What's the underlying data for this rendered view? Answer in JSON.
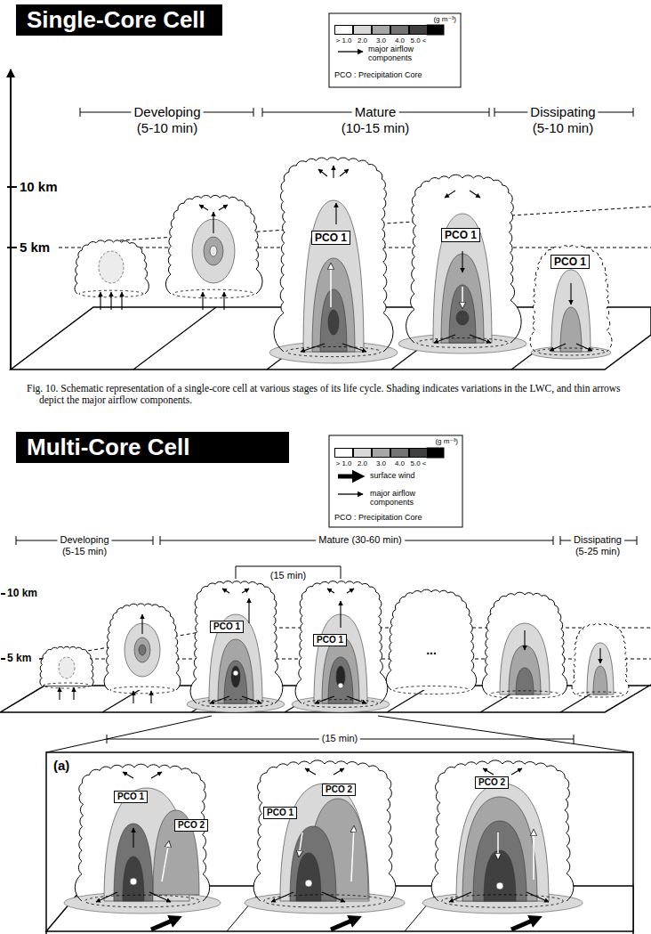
{
  "diagram": {
    "caption": "Fig. 10. Schematic representation of a single-core cell at various stages of its life cycle. Shading indicates variations in the LWC, and thin arrows depict the major airflow components.",
    "nodes": [
      {
        "text": [
          "Single-Core Cell"
        ]
      },
      {
        "text": [
          "PCO 1"
        ]
      },
      {
        "text": [
          "PCO 1"
        ]
      },
      {
        "text": [
          "PCO 1"
        ]
      },
      {
        "text": [
          "Multi-Core Cell"
        ]
      },
      {
        "text": [
          "PCO 1"
        ]
      },
      {
        "text": [
          "PCO 1"
        ]
      },
      {
        "text": [
          "PCO 1"
        ]
      },
      {
        "text": [
          "PCO 2"
        ]
      },
      {
        "text": [
          "PCO 2"
        ]
      },
      {
        "text": [
          "PCO 1"
        ]
      },
      {
        "text": [
          "PCO 2"
        ]
      }
    ],
    "labels": [
      "(g m⁻³)",
      "Developing",
      "(5-10 min)",
      "Mature",
      "(10-15 min)",
      "Dissipating",
      "(5-10 min)",
      "10 km",
      "5 km",
      "(g m⁻³)",
      "Developing",
      "(5-15 min)",
      "Mature (30-60 min)",
      "Dissipating",
      "(5-25 min)",
      "(15 min)",
      "10 km",
      "5 km",
      "...",
      "(15 min)",
      "(a)"
    ],
    "legend": [
      {
        "text": "> 1.0",
        "color": "#ffffff"
      },
      {
        "text": "2.0",
        "color": "#d9d9d9"
      },
      {
        "text": "3.0",
        "color": "#a6a6a6"
      },
      {
        "text": "4.0",
        "color": "#737373"
      },
      {
        "text": "5.0 <",
        "color": "#404040"
      },
      {
        "text": "major airflow components"
      },
      {
        "text": "PCO : Precipitation Core"
      },
      {
        "text": "> 1.0",
        "color": "#ffffff"
      },
      {
        "text": "2.0",
        "color": "#d9d9d9"
      },
      {
        "text": "3.0",
        "color": "#a6a6a6"
      },
      {
        "text": "4.0",
        "color": "#737373"
      },
      {
        "text": "5.0 <",
        "color": "#404040"
      },
      {
        "text": "surface wind"
      },
      {
        "text": "major airflow components"
      },
      {
        "text": "PCO : Precipitation Core"
      }
    ]
  }
}
